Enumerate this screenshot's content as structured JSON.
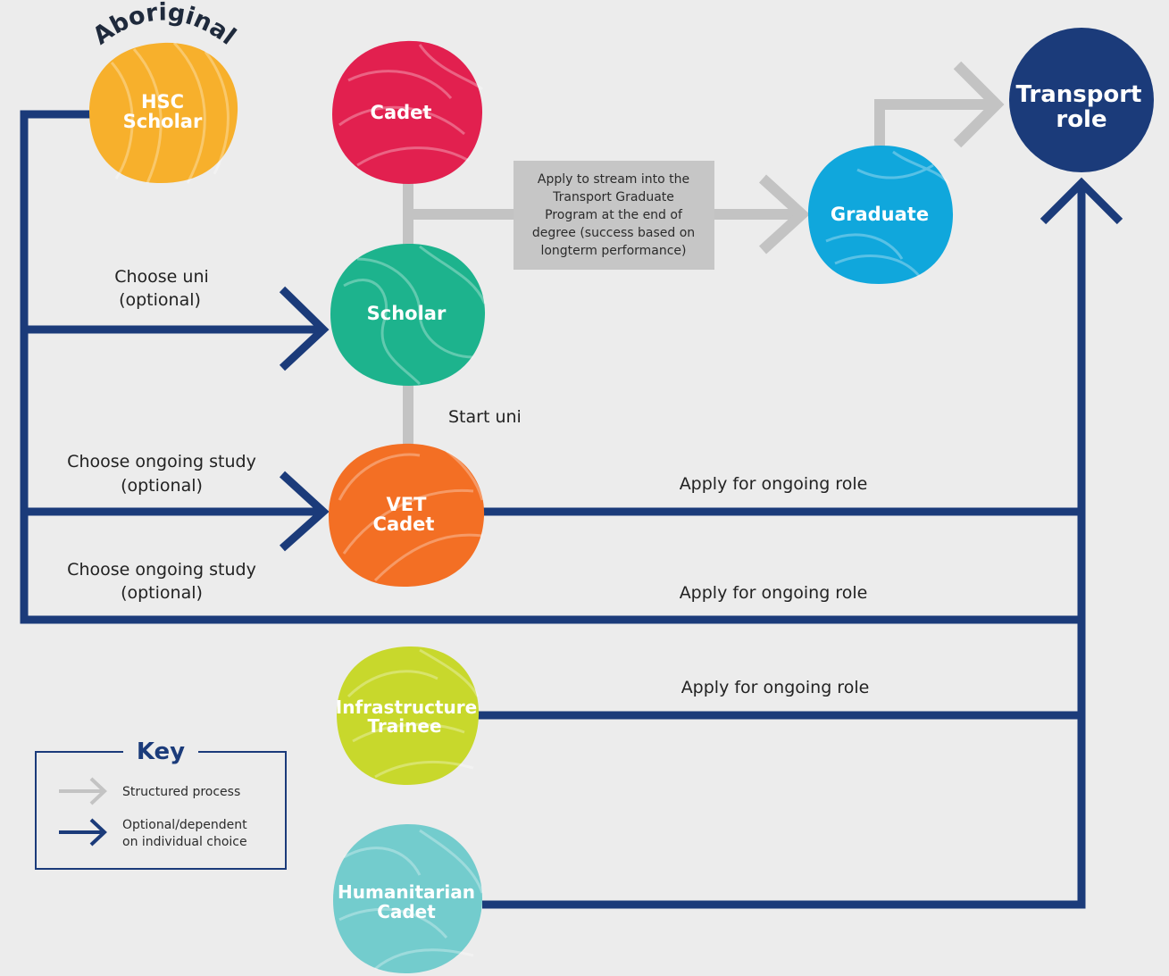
{
  "colors": {
    "navy": "#1b3b7a",
    "grey_line": "#c3c3c3",
    "info_box": "#c6c6c6",
    "background": "#ececec"
  },
  "banner": {
    "text": "Aboriginal"
  },
  "nodes": {
    "hsc_scholar": {
      "lines": [
        "HSC",
        "Scholar"
      ],
      "color": "#f7b02c"
    },
    "cadet": {
      "lines": [
        "Cadet"
      ],
      "color": "#e2204f"
    },
    "scholar": {
      "lines": [
        "Scholar"
      ],
      "color": "#1db38d"
    },
    "vet_cadet": {
      "lines": [
        "VET",
        "Cadet"
      ],
      "color": "#f36f24"
    },
    "graduate": {
      "lines": [
        "Graduate"
      ],
      "color": "#10a7dc"
    },
    "transport_role": {
      "lines": [
        "Transport",
        "role"
      ],
      "color": "#1b3b7a"
    },
    "infrastructure_trainee": {
      "lines": [
        "Infrastructure",
        "Trainee"
      ],
      "color": "#c8d82c"
    },
    "humanitarian_cadet": {
      "lines": [
        "Humanitarian",
        "Cadet"
      ],
      "color": "#73cccd"
    }
  },
  "info_box": {
    "lines": [
      "Apply to stream into the",
      "Transport Graduate",
      "Program at the end of",
      "degree (success based on",
      "longterm performance)"
    ]
  },
  "labels": {
    "choose_uni": [
      "Choose uni",
      "(optional)"
    ],
    "choose_ongoing_1": [
      "Choose ongoing study",
      "(optional)"
    ],
    "choose_ongoing_2": [
      "Choose ongoing study",
      "(optional)"
    ],
    "start_uni": "Start uni",
    "apply_ongoing_1": "Apply for ongoing role",
    "apply_ongoing_2": "Apply for ongoing role",
    "apply_ongoing_3": "Apply for ongoing role"
  },
  "key": {
    "title": "Key",
    "structured": "Structured process",
    "optional": [
      "Optional/dependent",
      "on individual choice"
    ]
  }
}
